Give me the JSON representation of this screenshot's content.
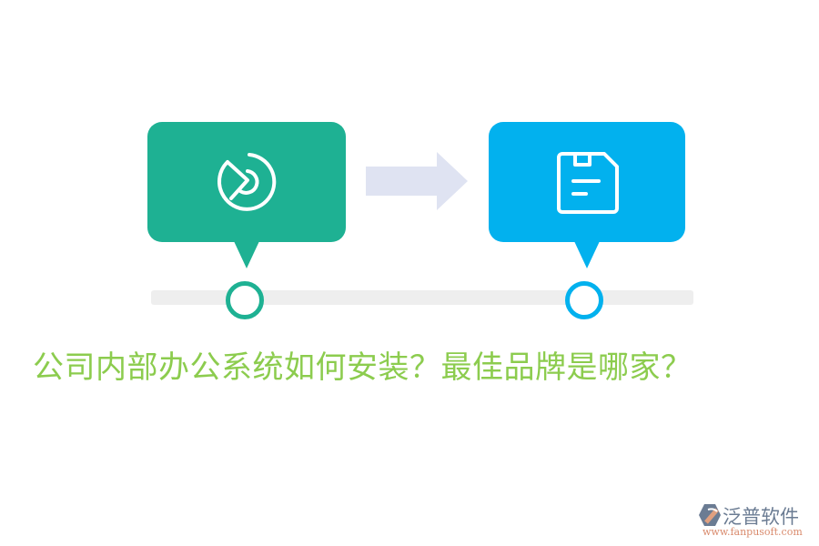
{
  "diagram": {
    "steps": [
      {
        "id": "step-1",
        "icon": "pie-chart-play-icon",
        "color": "#1eb193"
      },
      {
        "id": "step-2",
        "icon": "save-document-icon",
        "color": "#02b1ee"
      }
    ],
    "connector": {
      "icon": "arrow-right-icon",
      "color": "#dfe3f2"
    },
    "timeline": {
      "track_color": "#eeeeee",
      "nodes": 2
    }
  },
  "title": {
    "text": "公司内部办公系统如何安装？最佳品牌是哪家？",
    "color": "#8ccc4e"
  },
  "logo": {
    "name": "泛普软件",
    "url": "www.fanpusoft.com"
  }
}
